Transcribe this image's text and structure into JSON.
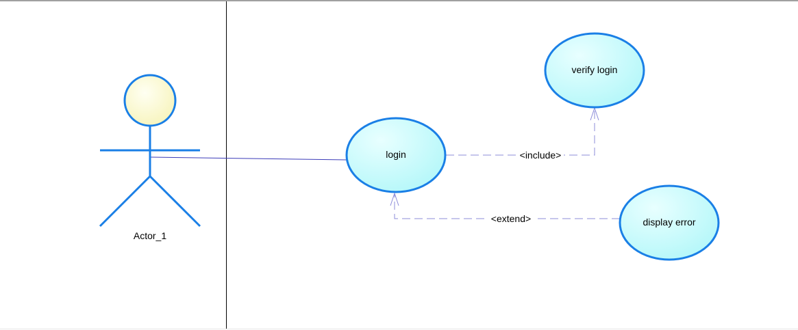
{
  "diagram": {
    "type": "use-case",
    "actor": {
      "name": "Actor_1",
      "head_color": "#fdfbd6",
      "line_color": "#1a7fe6"
    },
    "use_cases": [
      {
        "id": "login",
        "label": "login"
      },
      {
        "id": "verify",
        "label": "verify login"
      },
      {
        "id": "error",
        "label": "display error"
      }
    ],
    "relations": [
      {
        "type": "association",
        "from": "Actor_1",
        "to": "login"
      },
      {
        "type": "include",
        "label": "<include>",
        "from": "login",
        "to": "verify login"
      },
      {
        "type": "extend",
        "label": "<extend>",
        "from": "display error",
        "to": "login"
      }
    ],
    "colors": {
      "use_case_fill_light": "#e8ffff",
      "use_case_fill_dark": "#b2f7f9",
      "use_case_stroke": "#1a7fe6",
      "association_line": "#3a3ab8",
      "dependency_line": "#8c8cd9",
      "frame_line": "#000000",
      "top_border": "#a0a0a0"
    }
  }
}
